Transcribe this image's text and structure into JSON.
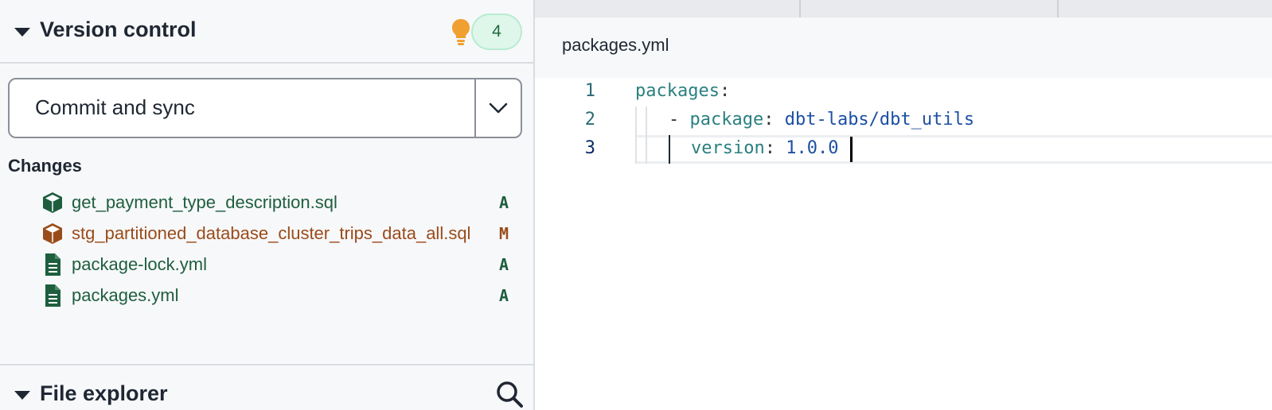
{
  "version_control": {
    "title": "Version control",
    "badge_count": "4",
    "commit_button": "Commit and sync",
    "changes_label": "Changes",
    "changes": [
      {
        "name": "get_payment_type_description.sql",
        "status": "A",
        "icon": "model-cube-icon",
        "color": "#1e5e3e"
      },
      {
        "name": "stg_partitioned_database_cluster_trips_data_all.sql",
        "status": "M",
        "icon": "model-cube-icon",
        "color": "#9a4b1a"
      },
      {
        "name": "package-lock.yml",
        "status": "A",
        "icon": "file-document-icon",
        "color": "#1e5e3e"
      },
      {
        "name": "packages.yml",
        "status": "A",
        "icon": "file-document-icon",
        "color": "#1e5e3e"
      }
    ]
  },
  "file_explorer": {
    "title": "File explorer"
  },
  "editor": {
    "file_title": "packages.yml",
    "lines": [
      {
        "num": "1",
        "key": "packages",
        "sep": ":",
        "value": ""
      },
      {
        "num": "2",
        "dash": "- ",
        "key": "package",
        "sep": ": ",
        "value": "dbt-labs/dbt_utils"
      },
      {
        "num": "3",
        "key": "version",
        "sep": ": ",
        "value": "1.0.0"
      }
    ]
  },
  "colors": {
    "added": "#1e5e3e",
    "modified": "#9a4b1a",
    "badge_bg": "#dff6ea",
    "bulb": "#f0a030"
  }
}
